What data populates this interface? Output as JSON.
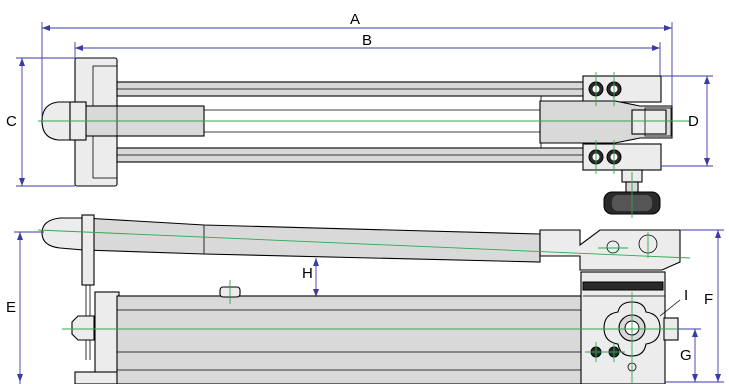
{
  "dimensions": {
    "A": "A",
    "B": "B",
    "C": "C",
    "D": "D",
    "E": "E",
    "F": "F",
    "G": "G",
    "H": "H",
    "I": "I"
  },
  "colors": {
    "dimension_line": "#3a3aa8",
    "center_line": "#2fa84f",
    "body_fill": "#d9d9d9",
    "outline": "#000000"
  }
}
